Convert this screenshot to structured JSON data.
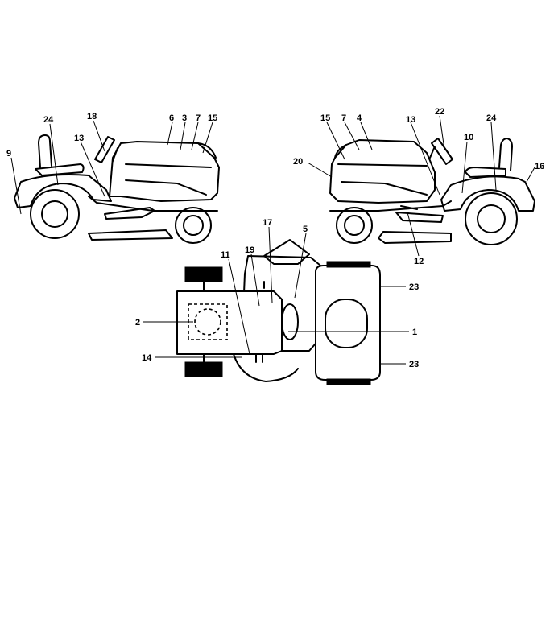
{
  "callouts": {
    "left_24": "24",
    "left_18": "18",
    "left_6": "6",
    "left_3": "3",
    "left_7": "7",
    "left_15": "15",
    "left_13": "13",
    "left_9": "9",
    "right_22": "22",
    "right_15": "15",
    "right_7": "7",
    "right_4": "4",
    "right_13": "13",
    "right_24": "24",
    "right_10": "10",
    "right_20": "20",
    "right_16": "16",
    "right_12": "12",
    "top_17": "17",
    "top_5": "5",
    "top_11": "11",
    "top_19": "19",
    "top_23a": "23",
    "top_2": "2",
    "top_1": "1",
    "top_14": "14",
    "top_23b": "23"
  }
}
